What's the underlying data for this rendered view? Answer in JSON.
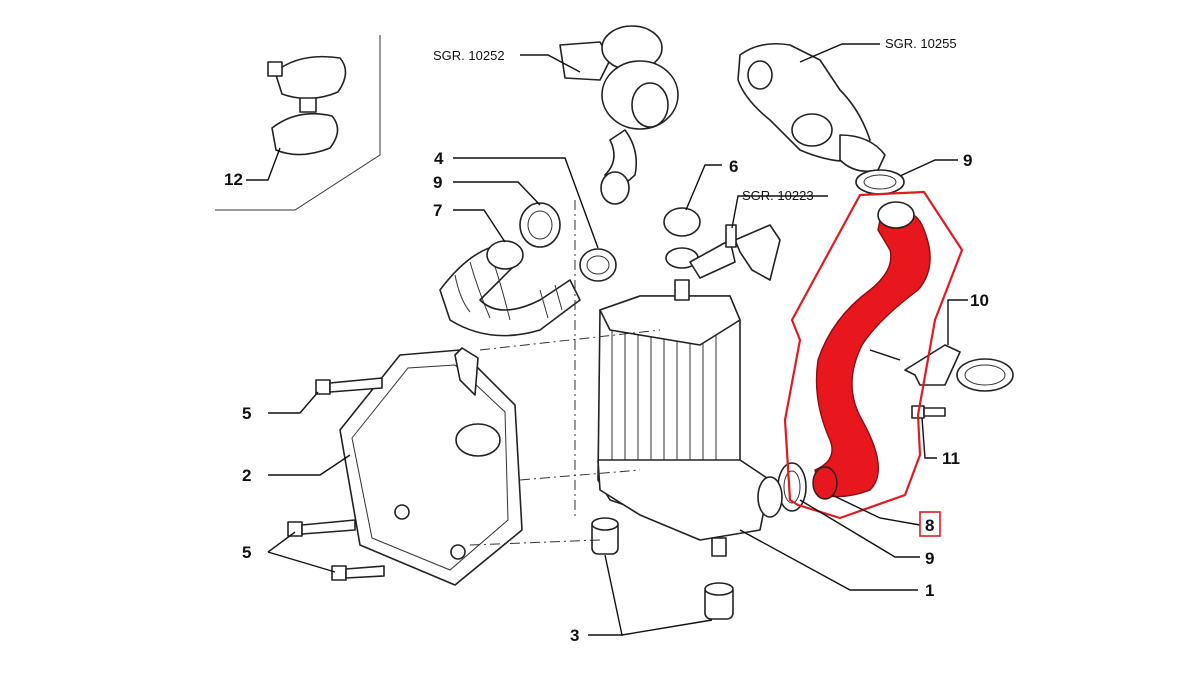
{
  "refs": {
    "sgr_10252": "SGR. 10252",
    "sgr_10255": "SGR. 10255",
    "sgr_10223": "SGR. 10223"
  },
  "callouts": {
    "c12": "12",
    "c4": "4",
    "c9_upper_left": "9",
    "c7": "7",
    "c6": "6",
    "c9_upper_right": "9",
    "c10": "10",
    "c5_upper": "5",
    "c2": "2",
    "c11": "11",
    "c8": "8",
    "c5_lower": "5",
    "c9_lower": "9",
    "c1": "1",
    "c3": "3"
  },
  "colors": {
    "highlight": "#e8171e",
    "highlight_outline": "#e01b22",
    "line": "#111111"
  }
}
